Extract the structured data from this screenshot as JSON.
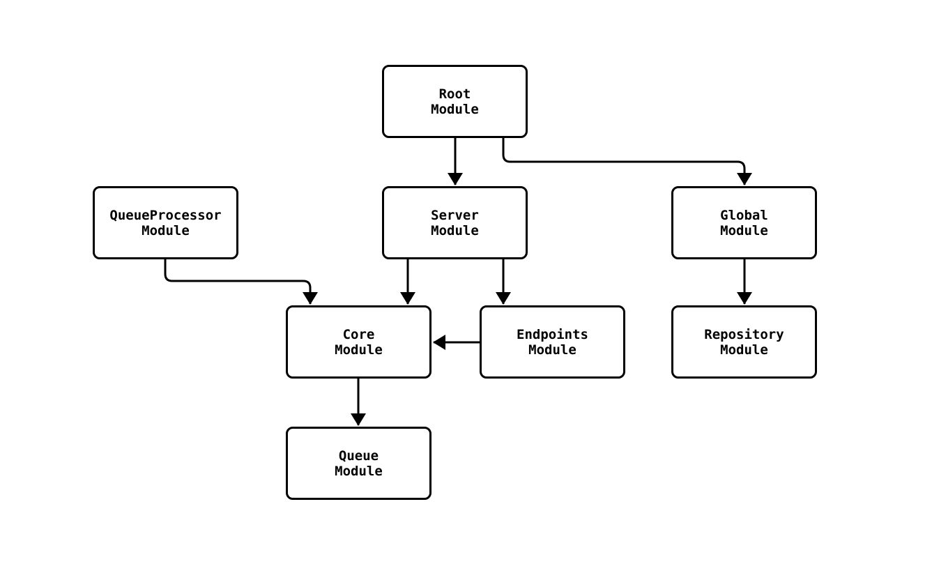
{
  "diagram": {
    "type": "module-dependency-flowchart",
    "background_color": "#ffffff",
    "node_border_color": "#000000",
    "node_fill_color": "#ffffff",
    "node_text_color": "#000000",
    "edge_color": "#000000",
    "nodes": [
      {
        "id": "root",
        "line1": "Root",
        "line2": "Module"
      },
      {
        "id": "queueprocessor",
        "line1": "QueueProcessor",
        "line2": "Module"
      },
      {
        "id": "server",
        "line1": "Server",
        "line2": "Module"
      },
      {
        "id": "global",
        "line1": "Global",
        "line2": "Module"
      },
      {
        "id": "core",
        "line1": "Core",
        "line2": "Module"
      },
      {
        "id": "endpoints",
        "line1": "Endpoints",
        "line2": "Module"
      },
      {
        "id": "repository",
        "line1": "Repository",
        "line2": "Module"
      },
      {
        "id": "queue",
        "line1": "Queue",
        "line2": "Module"
      }
    ],
    "edges": [
      {
        "from": "Root Module",
        "to": "Server Module"
      },
      {
        "from": "Root Module",
        "to": "Global Module"
      },
      {
        "from": "QueueProcessor Module",
        "to": "Core Module"
      },
      {
        "from": "Server Module",
        "to": "Core Module"
      },
      {
        "from": "Server Module",
        "to": "Endpoints Module"
      },
      {
        "from": "Endpoints Module",
        "to": "Core Module"
      },
      {
        "from": "Global Module",
        "to": "Repository Module"
      },
      {
        "from": "Core Module",
        "to": "Queue Module"
      }
    ]
  }
}
